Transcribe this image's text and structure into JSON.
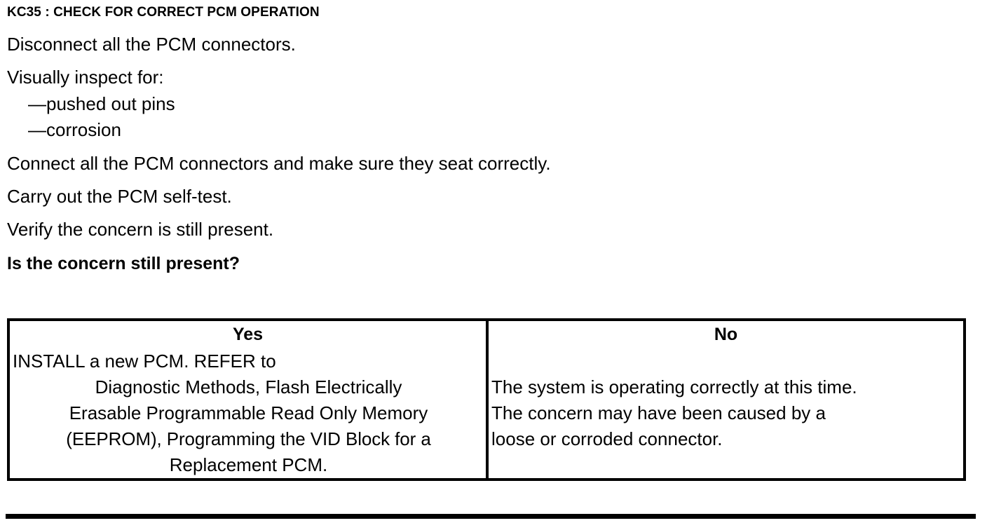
{
  "document": {
    "step_title": "KC35 : CHECK FOR CORRECT PCM OPERATION",
    "procedure": [
      {
        "text": "Disconnect all the PCM connectors.",
        "indent": false,
        "bold": false
      },
      {
        "text": "Visually inspect for:",
        "indent": false,
        "bold": false
      },
      {
        "text": "—pushed out pins",
        "indent": true,
        "bold": false
      },
      {
        "text": "—corrosion",
        "indent": true,
        "bold": false
      },
      {
        "text": "Connect all the PCM connectors and make sure they seat correctly.",
        "indent": false,
        "bold": false
      },
      {
        "text": "Carry out the PCM self-test.",
        "indent": false,
        "bold": false
      },
      {
        "text": "Verify the concern is still present.",
        "indent": false,
        "bold": false
      },
      {
        "text": "Is the concern still present?",
        "indent": false,
        "bold": true
      }
    ],
    "decision_table": {
      "headers": [
        "Yes",
        "No"
      ],
      "yes_cell_lines": [
        "INSTALL a new PCM.  REFER to",
        "Diagnostic Methods, Flash Electrically",
        "Erasable Programmable Read Only Memory",
        "(EEPROM), Programming the VID Block for a",
        "Replacement PCM."
      ],
      "no_cell_lines": [
        "The system is operating correctly at this time.",
        "The concern may have been caused by a",
        "loose or corroded connector."
      ]
    }
  },
  "colors": {
    "ink": "#000000",
    "paper": "#ffffff"
  }
}
